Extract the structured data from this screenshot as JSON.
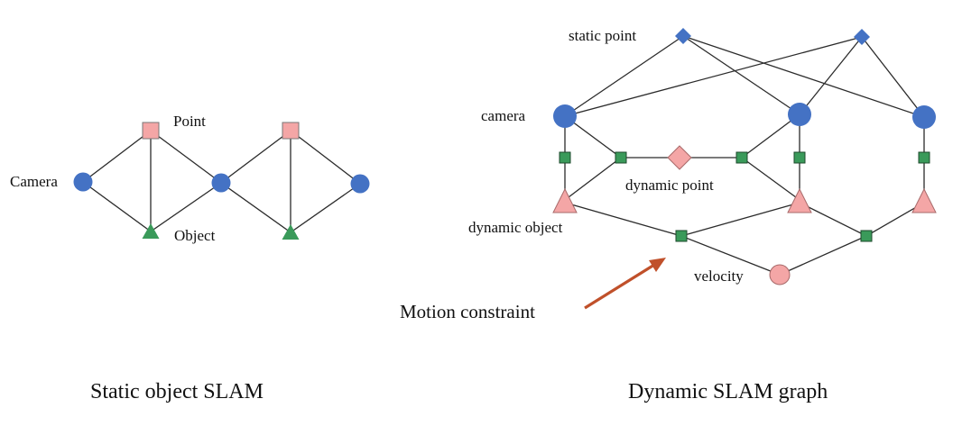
{
  "colors": {
    "camera": "#4472c4",
    "static_point": "#4472c4",
    "point": "#f4a6a6",
    "object_green": "#3a9a5a",
    "factor": "#3a9a5a",
    "dynamic_pink": "#f4a6a6",
    "arrow": "#c0502a",
    "edge": "#2b2b2b"
  },
  "left_diagram": {
    "caption": "Static object SLAM",
    "labels": {
      "point": "Point",
      "camera": "Camera",
      "object": "Object"
    }
  },
  "right_diagram": {
    "caption": "Dynamic SLAM graph",
    "labels": {
      "static_point": "static point",
      "camera": "camera",
      "dynamic_point": "dynamic point",
      "dynamic_object": "dynamic object",
      "velocity": "velocity"
    }
  },
  "annotation": {
    "motion_constraint": "Motion constraint"
  }
}
